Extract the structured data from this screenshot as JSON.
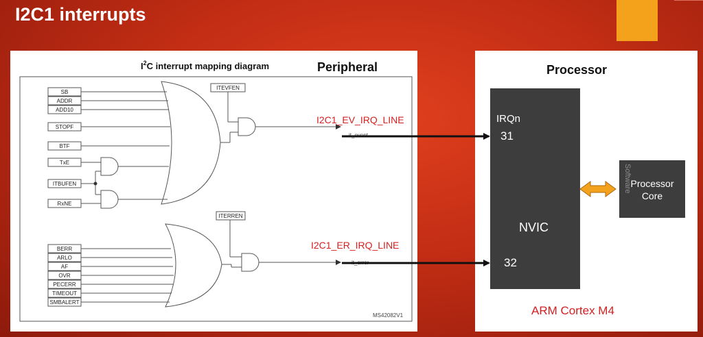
{
  "slide": {
    "title": "I2C1 interrupts"
  },
  "diagram": {
    "title_sup": "2",
    "title_pre": "I",
    "title_post": "C interrupt mapping diagram",
    "event_inputs": [
      "SB",
      "ADDR",
      "ADD10",
      "STOPF",
      "BTF",
      "TxE",
      "ITBUFEN",
      "RxNE"
    ],
    "error_inputs": [
      "BERR",
      "ARLO",
      "AF",
      "OVR",
      "PECERR",
      "TIMEOUT",
      "SMBALERT"
    ],
    "event_enable": "ITEVFEN",
    "error_enable": "ITERREN",
    "event_output": "it_event",
    "error_output": "it_error",
    "code": "MS42082V1"
  },
  "labels": {
    "peripheral": "Peripheral",
    "processor": "Processor",
    "event_line": "I2C1_EV_IRQ_LINE",
    "error_line": "I2C1_ER_IRQ_LINE"
  },
  "processor": {
    "irqn": "IRQn",
    "irq_event": "31",
    "irq_error": "32",
    "nvic": "NVIC",
    "core_line1": "Processor",
    "core_line2": "Core",
    "software": "Software",
    "arm": "ARM Cortex M4"
  },
  "colors": {
    "accent": "#f4a11c",
    "red_text": "#d42020",
    "block": "#3d3d3d",
    "arrow": "#f3a21e"
  }
}
